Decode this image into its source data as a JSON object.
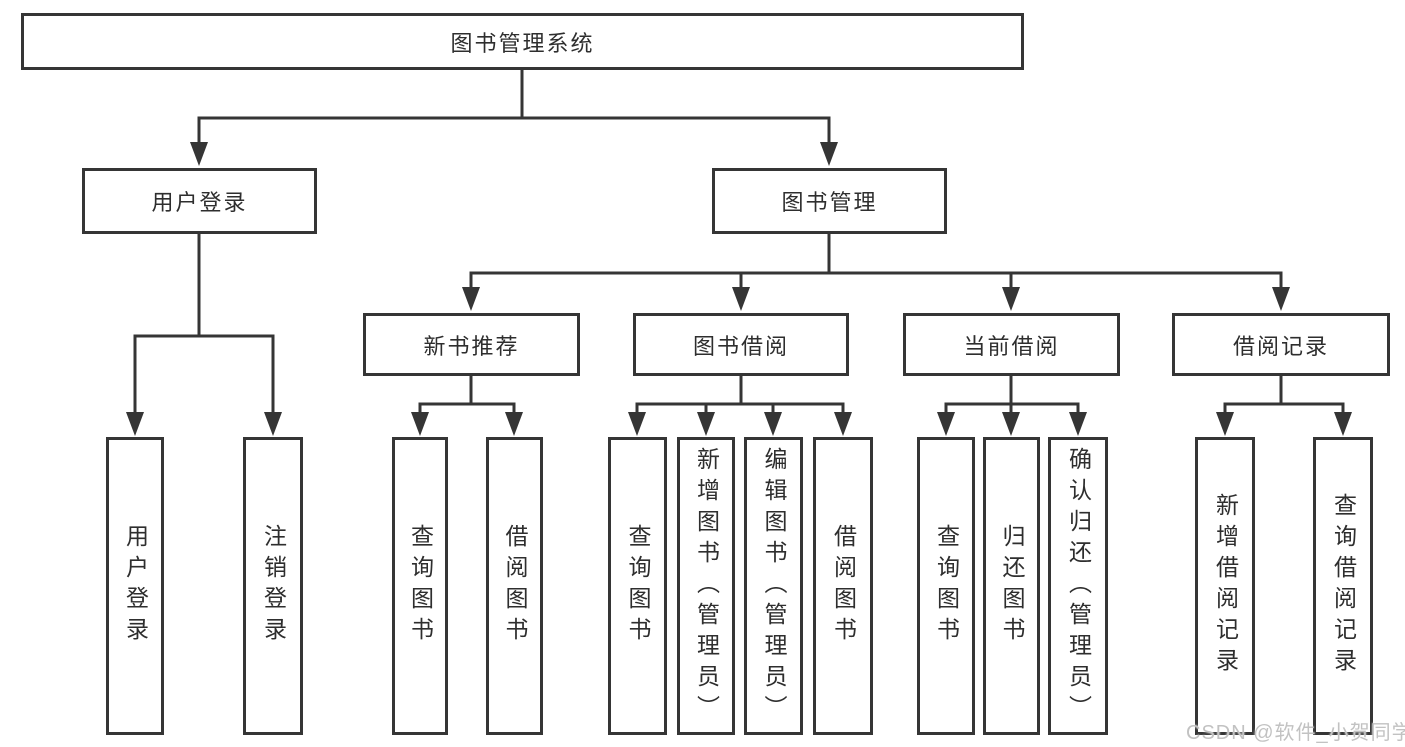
{
  "tree": {
    "root": "图书管理系统",
    "branches": [
      {
        "label": "用户登录",
        "children": [
          "用户登录",
          "注销登录"
        ]
      },
      {
        "label": "图书管理",
        "children": [
          {
            "label": "新书推荐",
            "children": [
              "查询图书",
              "借阅图书"
            ]
          },
          {
            "label": "图书借阅",
            "children": [
              "查询图书",
              "新增图书（管理员）",
              "编辑图书（管理员）",
              "借阅图书"
            ]
          },
          {
            "label": "当前借阅",
            "children": [
              "查询图书",
              "归还图书",
              "确认归还（管理员）"
            ]
          },
          {
            "label": "借阅记录",
            "children": [
              "新增借阅记录",
              "查询借阅记录"
            ]
          }
        ]
      }
    ]
  },
  "watermark": {
    "text": "CSDN @软件_小贺同学"
  },
  "colors": {
    "line": "#353535",
    "box_border": "#353535",
    "text": "#2e2e2e",
    "watermark": "#c2c2c2",
    "background": "#ffffff"
  }
}
